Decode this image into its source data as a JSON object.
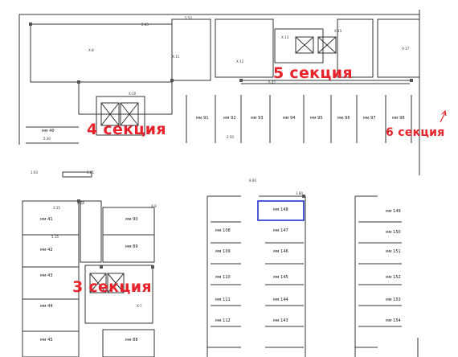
{
  "sections": [
    {
      "id": "s5",
      "label": "5 секция"
    },
    {
      "id": "s4",
      "label": "4 секция"
    },
    {
      "id": "s6",
      "label": "6 секция"
    },
    {
      "id": "s3",
      "label": "3 секция"
    }
  ],
  "parking_spaces": {
    "top_row": [
      "мм 91",
      "мм 92",
      "мм 93",
      "мм 94",
      "мм 95",
      "мм 96",
      "мм 97",
      "мм 98"
    ],
    "left_column": [
      "мм 40",
      "мм 41",
      "мм 42",
      "мм 43",
      "мм 44",
      "мм 45"
    ],
    "middle_column": [
      "мм 90",
      "мм 89",
      "мм 88"
    ],
    "center_left": [
      "мм 108",
      "мм 109",
      "мм 110",
      "мм 111",
      "мм 112"
    ],
    "center_right": [
      "мм 148",
      "мм 147",
      "мм 146",
      "мм 145",
      "мм 144",
      "мм 143"
    ],
    "right_column": [
      "мм 149",
      "мм 150",
      "мм 151",
      "мм 152",
      "мм 153",
      "мм 154"
    ]
  },
  "selected_space": "мм 148",
  "room_tags": [
    "Х-8",
    "Х-11",
    "Х-12",
    "Х-13",
    "Х-15",
    "Х-17",
    "Х-10",
    "Х-9",
    "Х-7"
  ],
  "dimensions": [
    "5.30",
    "2.50",
    "3.80",
    "5.15",
    "2.28",
    "3.15",
    "6.42",
    "5.52",
    "2.85",
    "8.60",
    "1.63",
    "5.85"
  ],
  "colors": {
    "accent": "#e8222a",
    "selection": "#2233cc",
    "ink": "#333333"
  }
}
